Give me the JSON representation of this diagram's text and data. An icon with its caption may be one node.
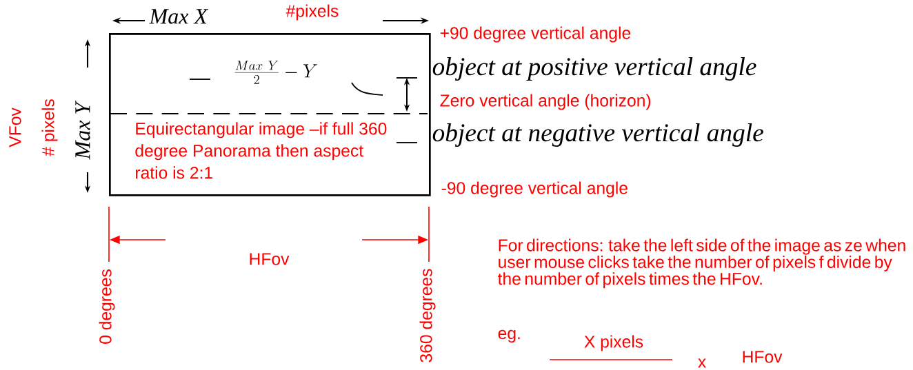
{
  "diagram": {
    "nodes": [
      {
        "text": [
          "Equirectangular image –if full 360 degree Panorama then aspect ratio is 2:1"
        ]
      }
    ],
    "labels": [
      "Max X",
      "#pixels",
      "+90 degree vertical angle",
      "\\frac{Max\\ Y}{2}-Y",
      "object at positive vertical angle",
      "VFov",
      "# pixels",
      "Max Y",
      "Zero vertical angle (horizon)",
      "object at negative vertical angle",
      "-90 degree vertical angle",
      "HFov",
      "0 degrees",
      "360 degrees",
      "For directions:  take the left side of the image as ze when user mouse clicks take the number of pixels f divide by the number of pixels times the HFov.",
      "eg.",
      "X pixels",
      "x",
      "HFov"
    ]
  }
}
